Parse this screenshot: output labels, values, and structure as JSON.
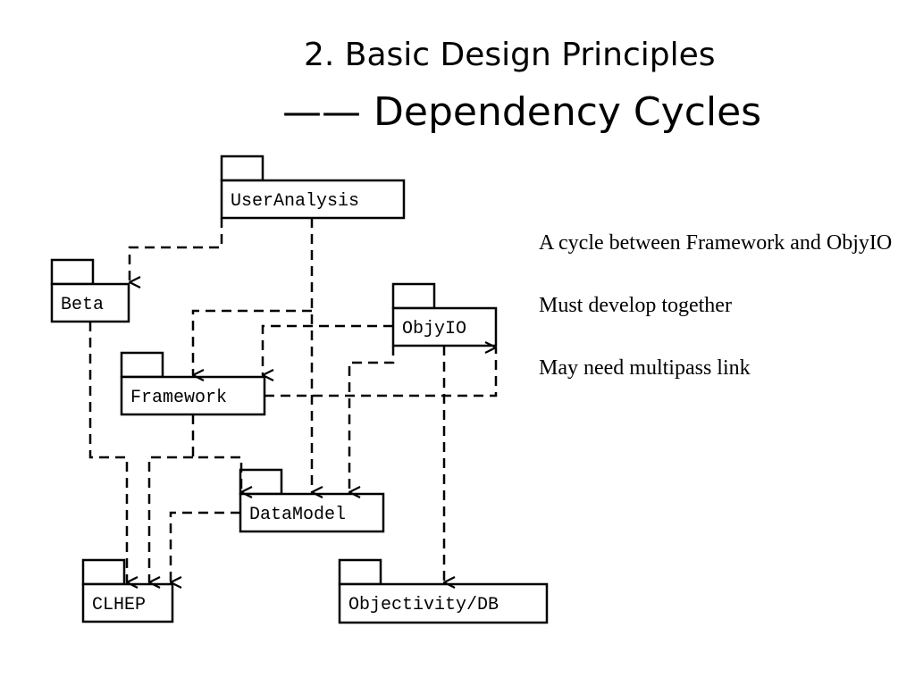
{
  "title": {
    "line1": "2. Basic Design Principles",
    "line2": "—— Dependency Cycles"
  },
  "notes": [
    "A cycle between Framework and ObjyIO",
    "Must develop together",
    "May need multipass link"
  ],
  "diagram": {
    "packages": {
      "user_analysis": "UserAnalysis",
      "beta": "Beta",
      "objyio": "ObjyIO",
      "framework": "Framework",
      "datamodel": "DataModel",
      "clhep": "CLHEP",
      "objectivity": "Objectivity/DB"
    },
    "dependencies": [
      {
        "from": "UserAnalysis",
        "to": "Beta"
      },
      {
        "from": "UserAnalysis",
        "to": "Framework"
      },
      {
        "from": "UserAnalysis",
        "to": "DataModel"
      },
      {
        "from": "ObjyIO",
        "to": "Framework"
      },
      {
        "from": "ObjyIO",
        "to": "DataModel"
      },
      {
        "from": "ObjyIO",
        "to": "Objectivity/DB"
      },
      {
        "from": "Framework",
        "to": "ObjyIO"
      },
      {
        "from": "Framework",
        "to": "DataModel"
      },
      {
        "from": "Framework",
        "to": "CLHEP"
      },
      {
        "from": "Beta",
        "to": "CLHEP"
      },
      {
        "from": "DataModel",
        "to": "CLHEP"
      }
    ]
  }
}
